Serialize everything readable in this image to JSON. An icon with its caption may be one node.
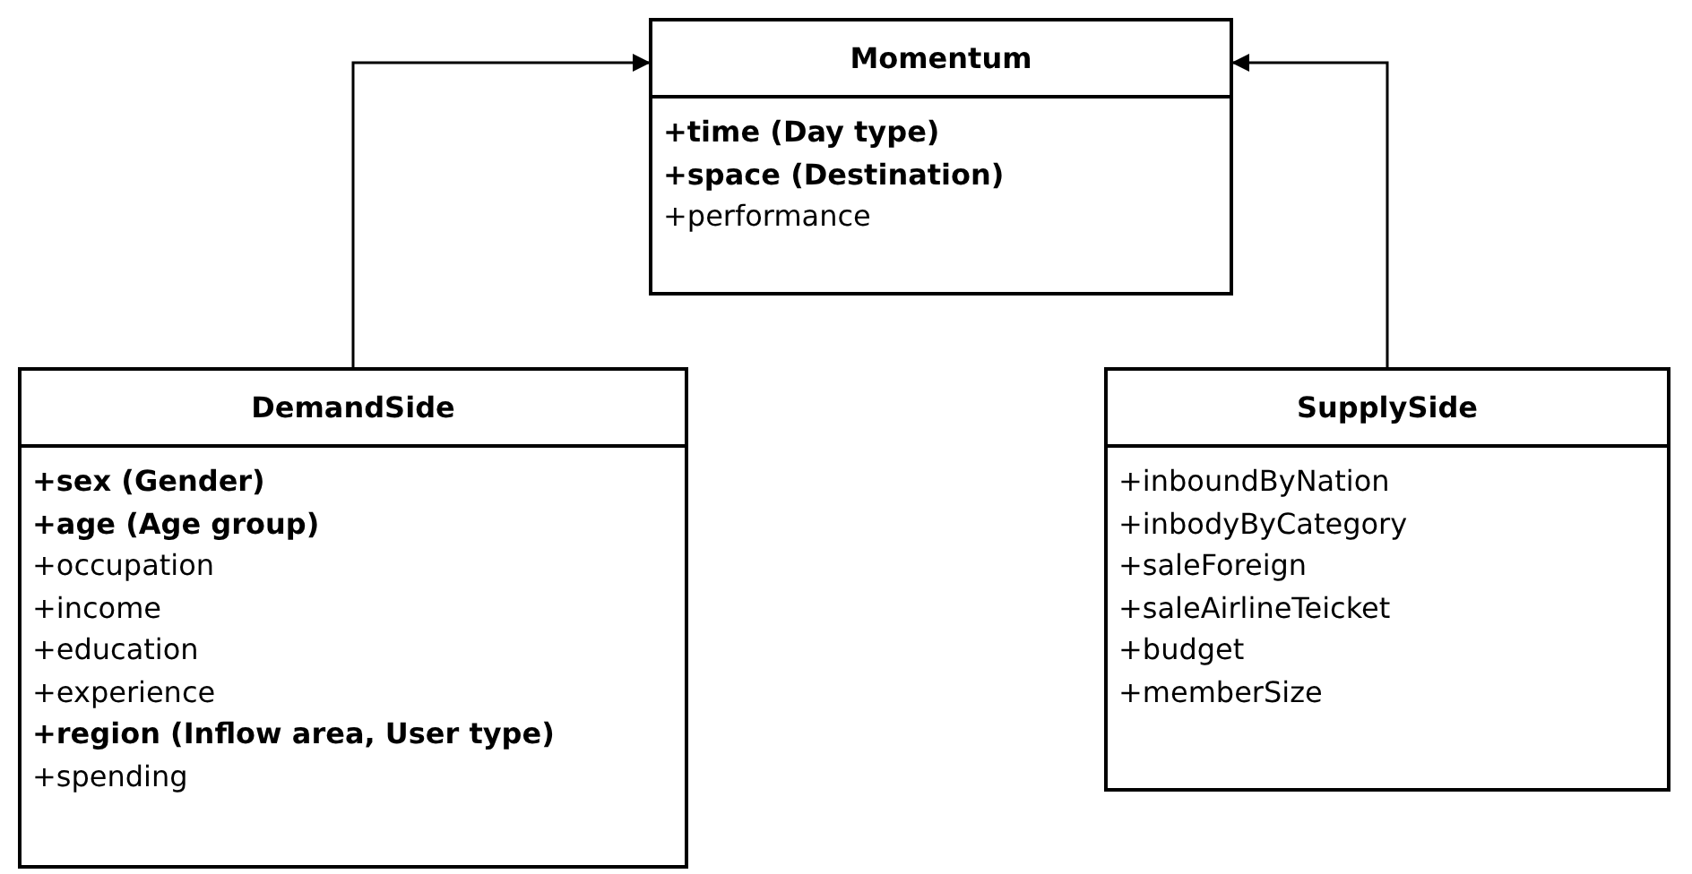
{
  "diagram": {
    "nodes": [
      {
        "text": [
          "Momentum",
          "**+time (Day type)**",
          "**+space (Destination)**",
          "+performance"
        ]
      },
      {
        "text": [
          "DemandSide",
          "**+sex (Gender)**",
          "**+age (Age group)**",
          "+occupation",
          "+income",
          "+education",
          "+experience",
          "**+region (Inflow area, User type)**",
          "+spending"
        ]
      },
      {
        "text": [
          "SupplySide",
          "+inboundByNation",
          "+inbodyByCategory",
          "+saleForeign",
          "+saleAirlineTeicket",
          "+budget",
          "+memberSize"
        ]
      }
    ],
    "edges": [
      {
        "from": 1,
        "to": 0,
        "arrow": "to"
      },
      {
        "from": 2,
        "to": 0,
        "arrow": "to"
      }
    ]
  }
}
